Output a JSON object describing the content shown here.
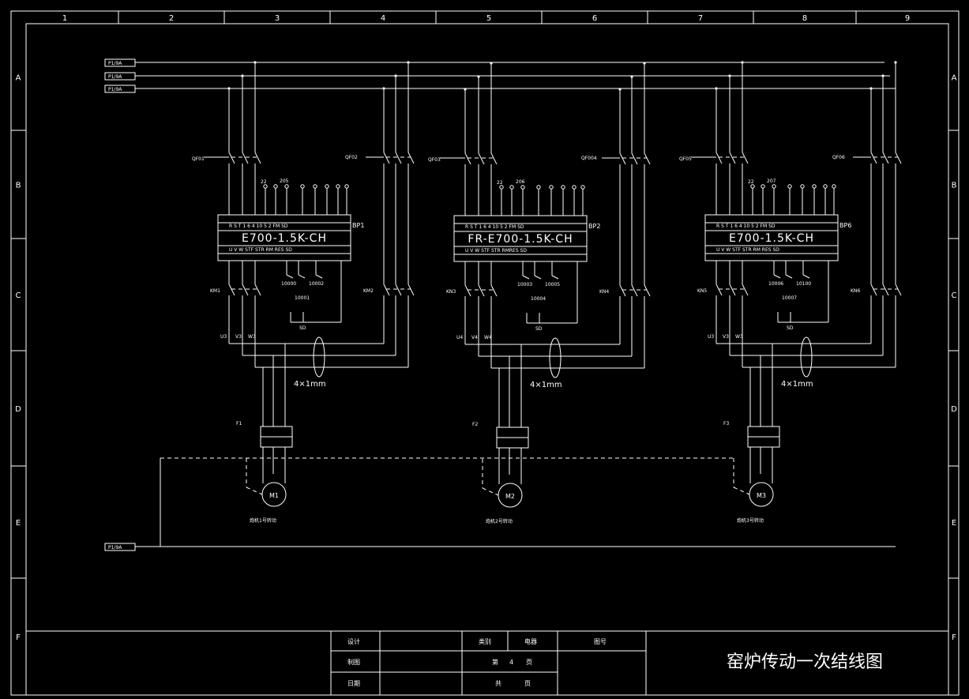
{
  "border": {
    "col_numbers": [
      "1",
      "2",
      "3",
      "4",
      "5",
      "6",
      "7",
      "8",
      "9"
    ],
    "row_letters": [
      "A",
      "B",
      "C",
      "D",
      "E",
      "F"
    ]
  },
  "bus_labels": [
    "P1/9A",
    "P1/9A",
    "P1/9A",
    "P1/9A"
  ],
  "groups": [
    {
      "qf_left": "QF01",
      "qf_right": "QF02",
      "inv_title": "E700-1.5K-CH",
      "inv_tag": "BP1",
      "term_nums": [
        "22",
        "205"
      ],
      "top_pins": "R  S  T          1    6    4   10   5    2   FM SD",
      "bottom_pins": "U   V   W                    STF STR          RM RES   SD",
      "ctrl_a": "10000",
      "ctrl_b": "10002",
      "ctrl_c": "10001",
      "sd": "SD",
      "km_left": "KM1",
      "km_right": "KM2",
      "uvw": [
        "U3",
        "V3",
        "W3"
      ],
      "cable": "4×1mm",
      "fuse": "F1",
      "motor": "M1",
      "motor_desc": "炮机1号转动"
    },
    {
      "qf_left": "QF03",
      "qf_right": "QF004",
      "inv_title": "FR-E700-1.5K-CH",
      "inv_tag": "BP2",
      "term_nums": [
        "22",
        "206"
      ],
      "top_pins": "R  S  T          1    6    4   10   5    2   FM SD",
      "bottom_pins": "U   V   W                    STF STR        RMRES    SD",
      "ctrl_a": "10003",
      "ctrl_b": "10005",
      "ctrl_c": "10004",
      "sd": "SD",
      "km_left": "KN3",
      "km_right": "KN4",
      "uvw": [
        "U4",
        "V4",
        "W4"
      ],
      "cable": "4×1mm",
      "fuse": "F2",
      "motor": "M2",
      "motor_desc": "炮机2号转动"
    },
    {
      "qf_left": "QF05",
      "qf_right": "QF06",
      "inv_title": "E700-1.5K-CH",
      "inv_tag": "BP6",
      "term_nums": [
        "22",
        "207"
      ],
      "top_pins": "R  S  T          1    6    4   10   5    2   FM SD",
      "bottom_pins": "U   V   W                    STF STR          RM RES   SD",
      "ctrl_a": "10006",
      "ctrl_b": "10100",
      "ctrl_c": "10007",
      "sd": "SD",
      "km_left": "KN5",
      "km_right": "KN6",
      "uvw": [
        "U3",
        "V3",
        "W3"
      ],
      "cable": "4×1mm",
      "fuse": "F3",
      "motor": "M3",
      "motor_desc": "炮机3号转动"
    }
  ],
  "title_block": {
    "design": "设计",
    "draw": "制图",
    "date": "日期",
    "category": "类别",
    "category_value": "电器",
    "drawing_no": "图号",
    "page_prefix": "第",
    "page_num": "4",
    "page_suffix": "页",
    "total_prefix": "共",
    "total_suffix": "页",
    "title": "窑炉传动一次结线图"
  }
}
